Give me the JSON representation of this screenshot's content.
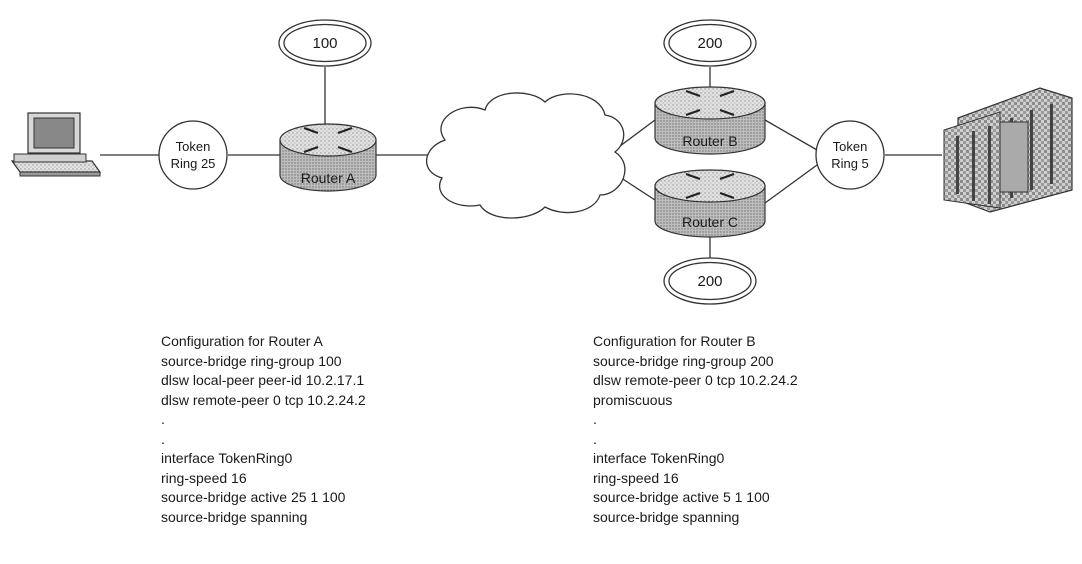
{
  "diagram": {
    "ring_groups": {
      "a_top": "100",
      "b_top": "200",
      "c_bottom": "200"
    },
    "token_rings": {
      "left": [
        "Token",
        "Ring 25"
      ],
      "right": [
        "Token",
        "Ring 5"
      ]
    },
    "routers": {
      "a": "Router A",
      "b": "Router B",
      "c": "Router C"
    }
  },
  "config_a": {
    "lines": [
      "Configuration for Router A",
      "source-bridge ring-group 100",
      "dlsw local-peer peer-id 10.2.17.1",
      "dlsw remote-peer 0 tcp 10.2.24.2",
      ".",
      ".",
      "interface TokenRing0",
      "ring-speed 16",
      "source-bridge active 25 1 100",
      "source-bridge spanning"
    ]
  },
  "config_b": {
    "lines": [
      "Configuration for Router B",
      "source-bridge ring-group 200",
      "dlsw remote-peer 0 tcp 10.2.24.2",
      "promiscuous",
      ".",
      ".",
      "interface TokenRing0",
      "ring-speed 16",
      "source-bridge active 5 1 100",
      "source-bridge spanning"
    ]
  }
}
